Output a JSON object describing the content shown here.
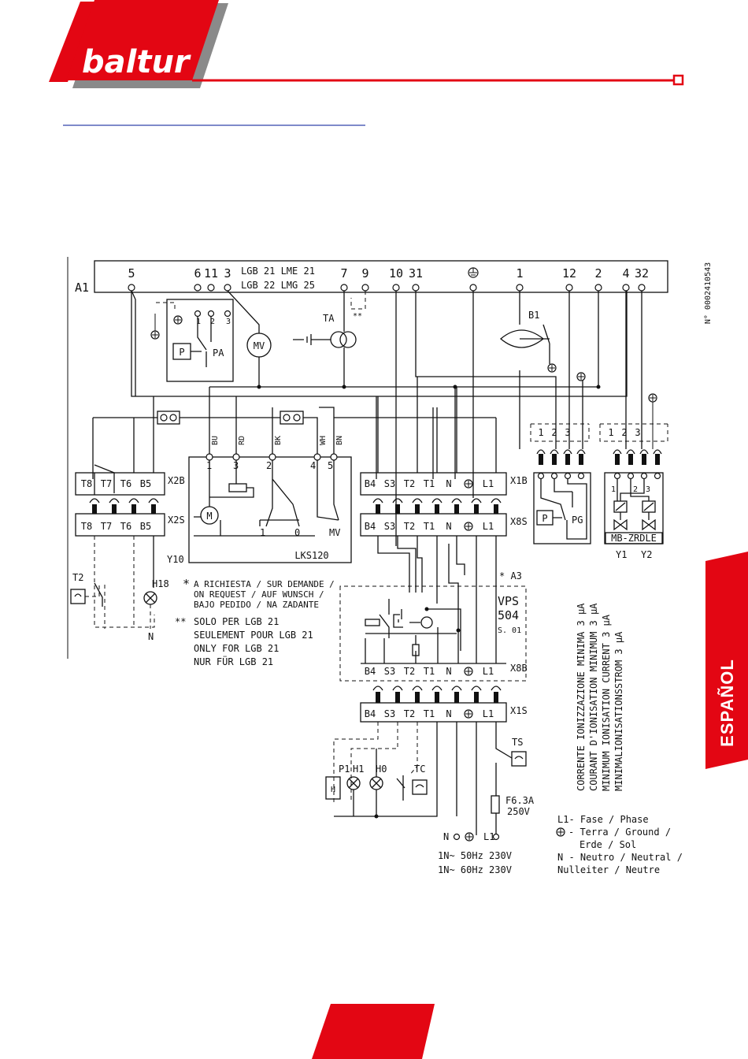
{
  "brand": {
    "logo_text": "baltur",
    "accent": "#e30613"
  },
  "side_tab": {
    "label": "ESPAÑOL"
  },
  "doc_number": "N° 0002410543",
  "main_box": {
    "ref": "A1",
    "model_line1": "LGB 21  LME 21",
    "model_line2": "LGB 22  LMG 25",
    "terminals": [
      "5",
      "6",
      "11",
      "3",
      "7",
      "9",
      "10",
      "31",
      "1",
      "12",
      "2",
      "4",
      "32"
    ]
  },
  "components": {
    "pa": "PA",
    "p": "P",
    "mv": "MV",
    "ta": "TA",
    "b1": "B1",
    "ds": "**",
    "x2b": "X2B",
    "x2s": "X2S",
    "x1b": "X1B",
    "x8s": "X8S",
    "x8b": "X8B",
    "x1s": "X1S",
    "y10": "Y10",
    "lks": "LKS120",
    "m": "M",
    "t2": "T2",
    "h18": "H18",
    "n_short": "N",
    "pg": "PG",
    "mb": "MB-ZRDLE",
    "y1": "Y1",
    "y2": "Y2",
    "a3": "* A3",
    "vps1": "VPS",
    "vps2": "504",
    "vps3": "S. 01",
    "ts": "TS",
    "tc": "TC",
    "p1": "P1",
    "h1": "H1",
    "h0": "H0",
    "h": "H",
    "fuse1": "F6.3A",
    "fuse2": "250V",
    "lks_in_1": "1",
    "lks_in_3": "3",
    "lks_in_2": "2",
    "lks_in_4": "4",
    "lks_in_5": "5",
    "lks_sw_1": "1",
    "lks_sw_0": "0",
    "pin_1": "1",
    "pin_2": "2",
    "pin_3": "3"
  },
  "wire_colors": [
    "BU",
    "RD",
    "BK",
    "WH",
    "BN"
  ],
  "x2_pins": [
    "T8",
    "T7",
    "T6",
    "B5"
  ],
  "x1_pins": [
    "B4",
    "S3",
    "T2",
    "T1",
    "N"
  ],
  "supply": {
    "n": "N",
    "l1": "L1",
    "line1": "1N~ 50Hz 230V",
    "line2": "1N~ 60Hz 230V"
  },
  "notes": {
    "star": "*",
    "star_lines": [
      "A RICHIESTA / SUR DEMANDE /",
      "ON REQUEST / AUF WUNSCH /",
      "BAJO PEDIDO / NA ZADANTE"
    ],
    "dstar": "**",
    "dstar_lines": [
      "SOLO PER LGB 21",
      "SEULEMENT POUR LGB 21",
      "ONLY FOR LGB 21",
      "NUR FÜR LGB 21"
    ],
    "ion_lines": [
      "CORRENTE IONIZZAZIONE MINIMA 3 µA",
      "COURANT D'IONISATION MINIMUM 3 µA",
      "MINIMUM IONISATION CURRENT 3 µA",
      "MINIMALIONISATIONSSTROM 3 µA"
    ]
  },
  "legend": {
    "l1": "L1- Fase / Phase",
    "earth1": "- Terra / Ground /",
    "earth2": "Erde / Sol",
    "n1": "N - Neutro / Neutral /",
    "n2": "Nulleiter / Neutre"
  }
}
